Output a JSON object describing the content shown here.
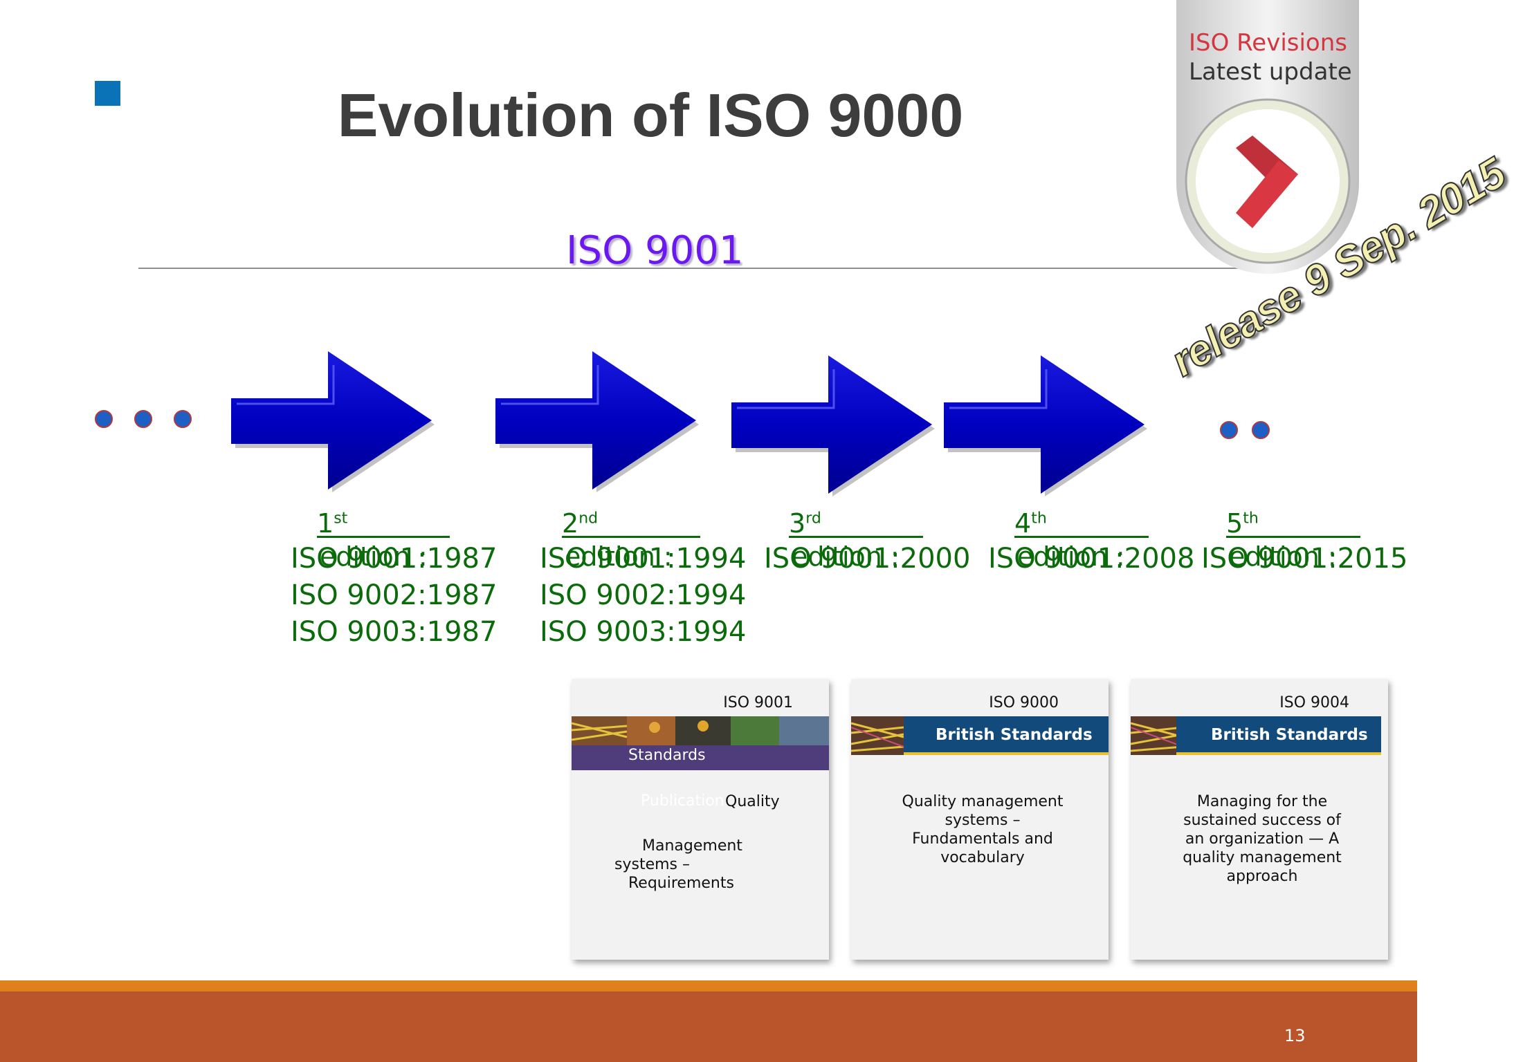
{
  "slide": {
    "title": "Evolution of ISO 9000",
    "subtitle": "ISO 9001",
    "page_number": "13"
  },
  "badge": {
    "line1": "ISO Revisions",
    "line2": "Latest update",
    "colors": {
      "accent": "#d4353f",
      "ring": "#b8b8b8"
    }
  },
  "release_note": "release 9 Sep. 2015",
  "editions": [
    {
      "num": "1",
      "suffix": "st",
      "word": "edition :",
      "standards": [
        "ISO 9001:1987",
        "ISO 9002:1987",
        "ISO 9003:1987"
      ]
    },
    {
      "num": "2",
      "suffix": "nd",
      "word": "edition :",
      "standards": [
        "ISO 9001:1994",
        "ISO 9002:1994",
        "ISO 9003:1994"
      ]
    },
    {
      "num": "3",
      "suffix": "rd",
      "word": "edition :",
      "standards": [
        "ISO 9001:2000"
      ]
    },
    {
      "num": "4",
      "suffix": "th",
      "word": "edition :",
      "standards": [
        "ISO 9001:2008"
      ]
    },
    {
      "num": "5",
      "suffix": "th",
      "word": "edition :",
      "standards": [
        "ISO 9001:2015"
      ]
    }
  ],
  "cards": [
    {
      "code": "ISO 9001",
      "banner": "Standards",
      "faint": "Publication",
      "desc": [
        "Quality",
        "Management",
        "systems –",
        "Requirements"
      ]
    },
    {
      "code": "ISO 9000",
      "banner": "British Standards",
      "desc": [
        "Quality management",
        "systems –",
        "Fundamentals and",
        "vocabulary"
      ]
    },
    {
      "code": "ISO 9004",
      "banner": "British Standards",
      "desc": [
        "Managing for the",
        "sustained success of",
        "an organization — A",
        "quality management",
        "approach"
      ]
    }
  ],
  "colors": {
    "title": "#3d3d3d",
    "subtitle": "#6b17f2",
    "edition_text": "#0b6b0b",
    "arrow": "#0000c8",
    "footer_orange": "#e0801c",
    "footer_rust": "#ba552b",
    "banner_blue": "#134a7c"
  }
}
